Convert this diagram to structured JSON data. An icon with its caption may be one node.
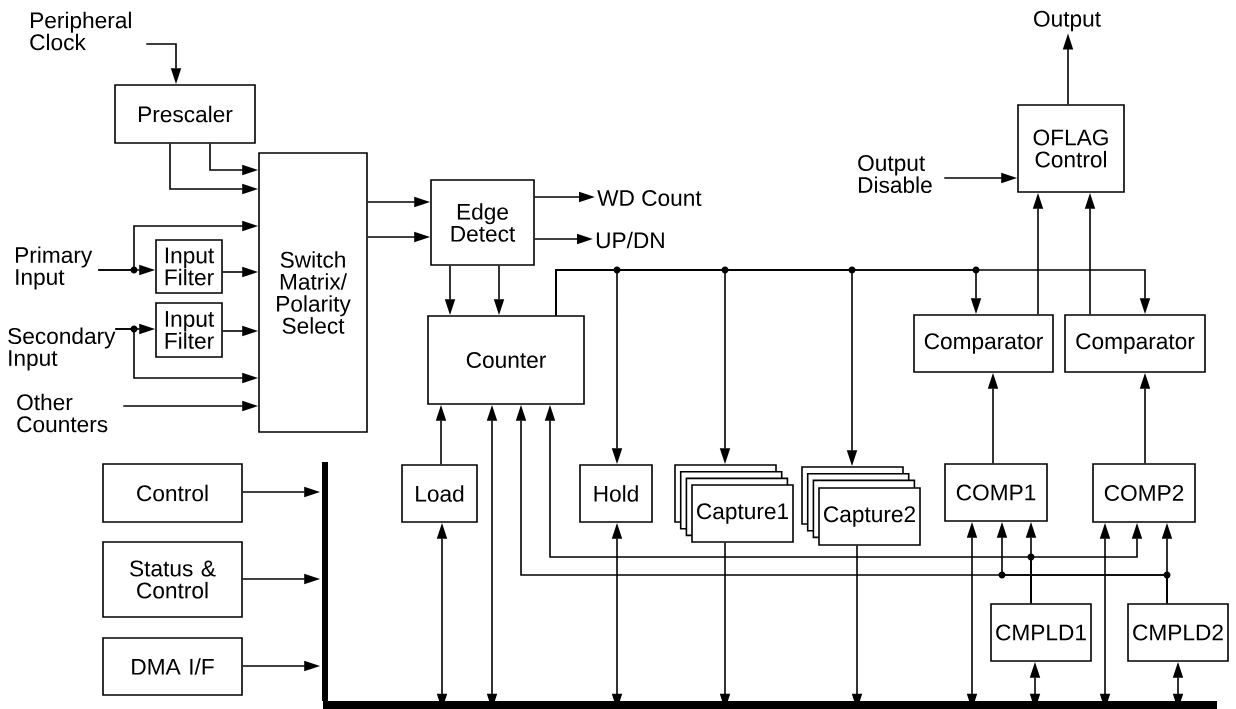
{
  "diagram": {
    "nodes": [
      {
        "text": [
          "Peripheral Clock"
        ]
      },
      {
        "text": [
          "Prescaler"
        ]
      },
      {
        "text": [
          "Primary Input"
        ]
      },
      {
        "text": [
          "Input Filter"
        ]
      },
      {
        "text": [
          "Secondary Input"
        ]
      },
      {
        "text": [
          "Input Filter"
        ]
      },
      {
        "text": [
          "Other Counters"
        ]
      },
      {
        "text": [
          "Switch Matrix/ Polarity Select"
        ]
      },
      {
        "text": [
          "Edge Detect"
        ]
      },
      {
        "text": [
          "WD Count"
        ]
      },
      {
        "text": [
          "UP/DN"
        ]
      },
      {
        "text": [
          "Counter"
        ]
      },
      {
        "text": [
          "Output"
        ]
      },
      {
        "text": [
          "OFLAG Control"
        ]
      },
      {
        "text": [
          "Output Disable"
        ]
      },
      {
        "text": [
          "Comparator"
        ]
      },
      {
        "text": [
          "Comparator"
        ]
      },
      {
        "text": [
          "Control"
        ]
      },
      {
        "text": [
          "Status & Control"
        ]
      },
      {
        "text": [
          "DMA I/F"
        ]
      },
      {
        "text": [
          "Load"
        ]
      },
      {
        "text": [
          "Hold"
        ]
      },
      {
        "text": [
          "Capture1"
        ]
      },
      {
        "text": [
          "Capture2"
        ]
      },
      {
        "text": [
          "COMP1"
        ]
      },
      {
        "text": [
          "COMP2"
        ]
      },
      {
        "text": [
          "CMPLD1"
        ]
      },
      {
        "text": [
          "CMPLD2"
        ]
      },
      {
        "text": [],
        "shape": "bar"
      },
      {
        "text": [],
        "shape": "bar"
      }
    ],
    "edges": [
      {
        "from": 0,
        "to": 1,
        "arrow": "to"
      },
      {
        "from": 1,
        "to": 7,
        "arrow": "to"
      },
      {
        "from": 1,
        "to": 7,
        "arrow": "to"
      },
      {
        "from": 2,
        "to": 7,
        "arrow": "to"
      },
      {
        "from": 2,
        "to": 3,
        "arrow": "to"
      },
      {
        "from": 3,
        "to": 7,
        "arrow": "to"
      },
      {
        "from": 4,
        "to": 5,
        "arrow": "to"
      },
      {
        "from": 4,
        "to": 7,
        "arrow": "to"
      },
      {
        "from": 5,
        "to": 7,
        "arrow": "to"
      },
      {
        "from": 6,
        "to": 7,
        "arrow": "to"
      },
      {
        "from": 7,
        "to": 8,
        "arrow": "to"
      },
      {
        "from": 7,
        "to": 8,
        "arrow": "to"
      },
      {
        "from": 8,
        "to": 9,
        "arrow": "to"
      },
      {
        "from": 8,
        "to": 10,
        "arrow": "to"
      },
      {
        "from": 8,
        "to": 11,
        "arrow": "to"
      },
      {
        "from": 8,
        "to": 11,
        "arrow": "to"
      },
      {
        "from": 11,
        "to": 21,
        "arrow": "to"
      },
      {
        "from": 11,
        "to": 22,
        "arrow": "to"
      },
      {
        "from": 11,
        "to": 23,
        "arrow": "to"
      },
      {
        "from": 11,
        "to": 15,
        "arrow": "to"
      },
      {
        "from": 11,
        "to": 16,
        "arrow": "to"
      },
      {
        "from": 20,
        "to": 11,
        "arrow": "to"
      },
      {
        "from": 20,
        "to": 28,
        "arrow": "both"
      },
      {
        "from": 11,
        "to": 28,
        "arrow": "both"
      },
      {
        "from": 21,
        "to": 28,
        "arrow": "both"
      },
      {
        "from": 22,
        "to": 28,
        "arrow": "to"
      },
      {
        "from": 23,
        "to": 28,
        "arrow": "to"
      },
      {
        "from": 24,
        "to": 28,
        "arrow": "both"
      },
      {
        "from": 25,
        "to": 28,
        "arrow": "both"
      },
      {
        "from": 26,
        "to": 28,
        "arrow": "both"
      },
      {
        "from": 27,
        "to": 28,
        "arrow": "both"
      },
      {
        "from": 24,
        "to": 15,
        "arrow": "to"
      },
      {
        "from": 25,
        "to": 16,
        "arrow": "to"
      },
      {
        "from": 15,
        "to": 13,
        "arrow": "to"
      },
      {
        "from": 16,
        "to": 13,
        "arrow": "to"
      },
      {
        "from": 13,
        "to": 12,
        "arrow": "to"
      },
      {
        "from": 14,
        "to": 13,
        "arrow": "to"
      },
      {
        "from": 26,
        "to": 24,
        "arrow": "to"
      },
      {
        "from": 26,
        "to": 11,
        "arrow": "to"
      },
      {
        "from": 26,
        "to": 25,
        "arrow": "to"
      },
      {
        "from": 27,
        "to": 25,
        "arrow": "to"
      },
      {
        "from": 27,
        "to": 11,
        "arrow": "to"
      },
      {
        "from": 27,
        "to": 24,
        "arrow": "to"
      },
      {
        "from": 17,
        "to": 29,
        "arrow": "to"
      },
      {
        "from": 18,
        "to": 29,
        "arrow": "to"
      },
      {
        "from": 19,
        "to": 29,
        "arrow": "to"
      }
    ]
  }
}
